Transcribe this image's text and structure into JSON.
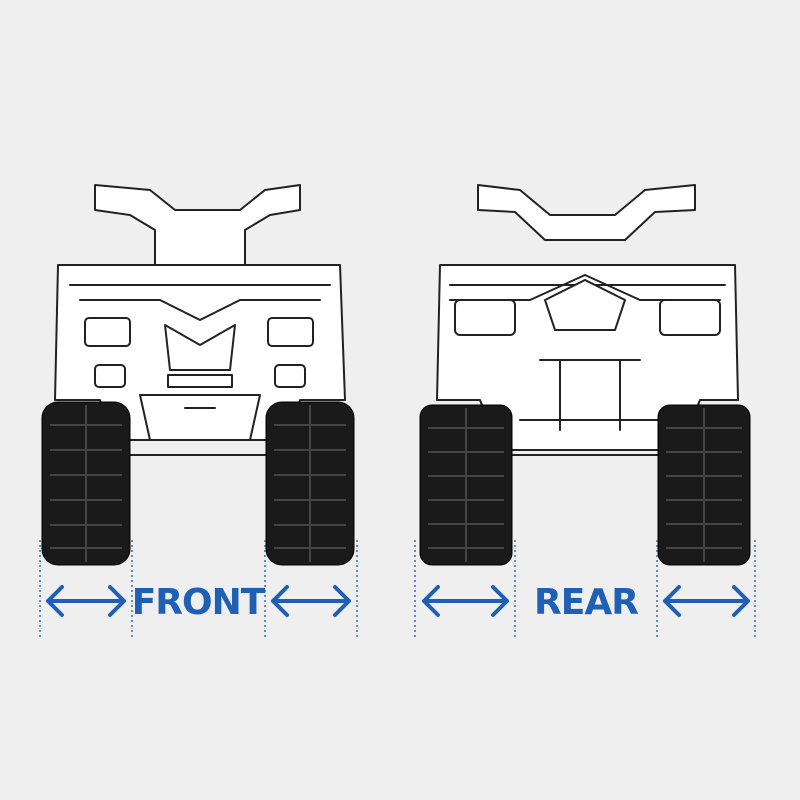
{
  "labels": {
    "front": "FRONT",
    "rear": "REAR"
  },
  "colors": {
    "accent": "#1f5fb5",
    "background": "#efefef",
    "track": "#1a1a1a"
  },
  "icons": [
    "atv-front-view",
    "atv-rear-view",
    "track-icon",
    "double-arrow-icon"
  ]
}
